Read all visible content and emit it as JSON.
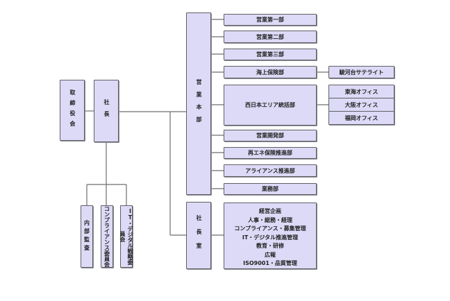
{
  "diagram": {
    "type": "org-chart",
    "colors": {
      "box_fill": "#dcdaf6",
      "box_border": "#5f5f66",
      "line": "#6e6e6e"
    },
    "board": {
      "label": "取締役会"
    },
    "president": {
      "label": "社長"
    },
    "committees": [
      {
        "label": "内部監査"
      },
      {
        "label": "コンプライアンス委員会"
      },
      {
        "label": "IT・デジタル戦略委員会"
      }
    ],
    "sales_hq": {
      "label": "営業本部",
      "departments": [
        {
          "label": "営業第一部"
        },
        {
          "label": "営業第二部"
        },
        {
          "label": "営業第三部"
        },
        {
          "label": "海上保険部",
          "children": [
            {
              "label": "駿河台サテライト"
            }
          ]
        },
        {
          "label": "西日本エリア統括部",
          "children": [
            {
              "label": "東海オフィス"
            },
            {
              "label": "大阪オフィス"
            },
            {
              "label": "福岡オフィス"
            }
          ]
        },
        {
          "label": "営業開発部"
        },
        {
          "label": "再エネ保険推進部"
        },
        {
          "label": "アライアンス推進部"
        },
        {
          "label": "業務部"
        }
      ]
    },
    "presidents_office": {
      "label": "社長室",
      "functions": [
        "経営企画",
        "人事・総務・経理",
        "コンプライアンス・募集管理",
        "IT・デジタル推進管理",
        "教育・研修",
        "広報",
        "ISO9001・品質管理"
      ]
    }
  }
}
